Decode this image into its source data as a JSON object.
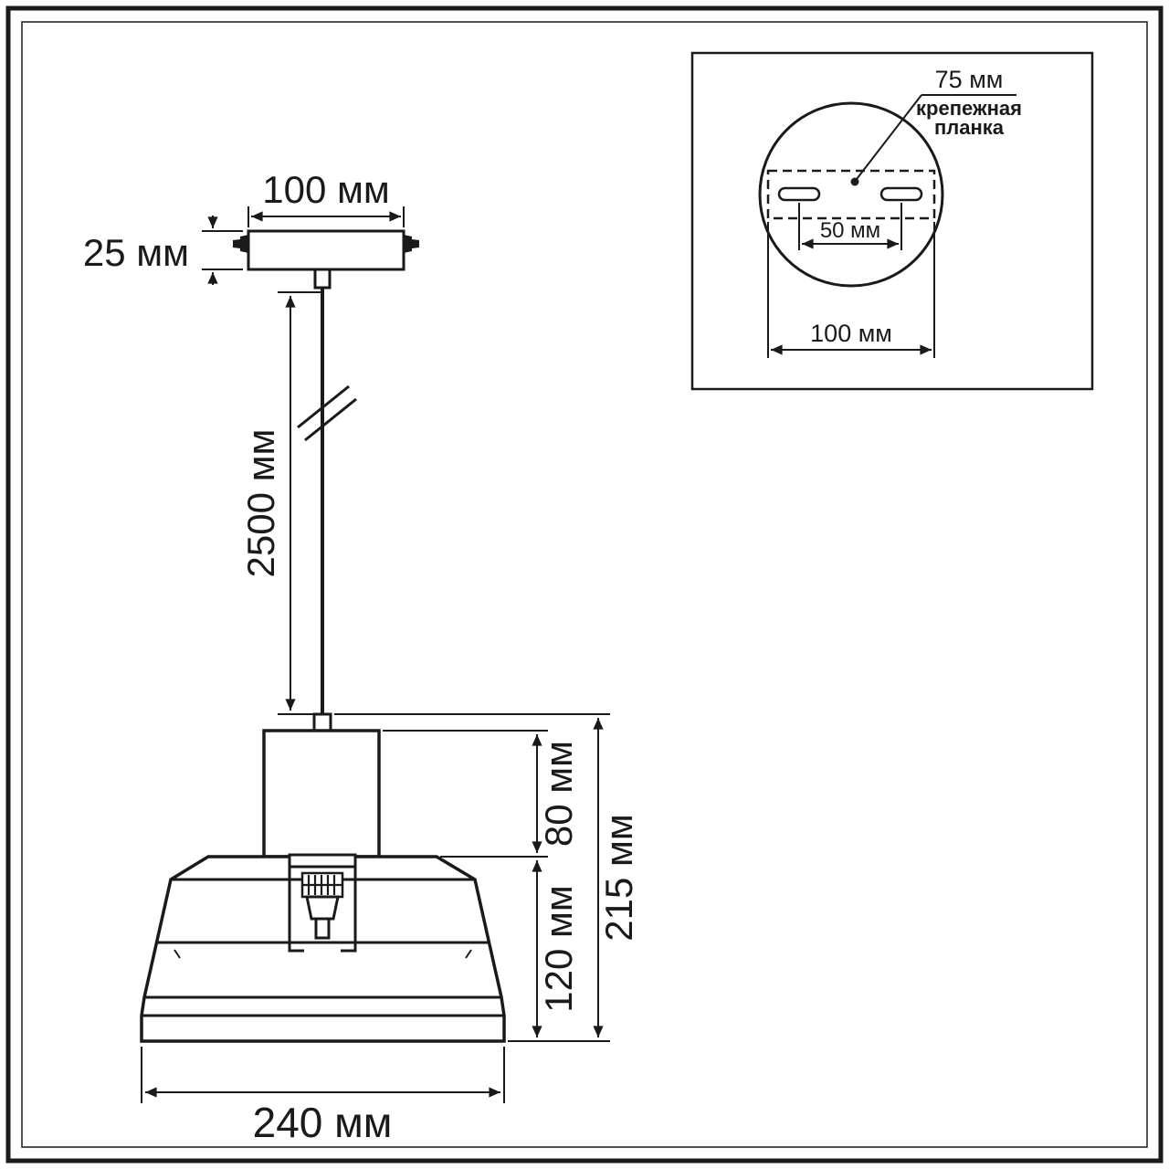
{
  "drawing": {
    "dim_canopy_width": "100 мм",
    "dim_canopy_height": "25 мм",
    "dim_cable_length": "2500 мм",
    "dim_socket_height": "80 мм",
    "dim_shade_height": "120 мм",
    "dim_total_height": "215 мм",
    "dim_shade_diameter": "240 мм"
  },
  "inset": {
    "dim_plate_width": "75 мм",
    "mount_label_line1": "крепежная",
    "mount_label_line2": "планка",
    "dim_hole_spacing": "50 мм",
    "dim_plate_length": "100 мм"
  },
  "colors": {
    "line": "#1a1a1a",
    "background": "#ffffff"
  }
}
